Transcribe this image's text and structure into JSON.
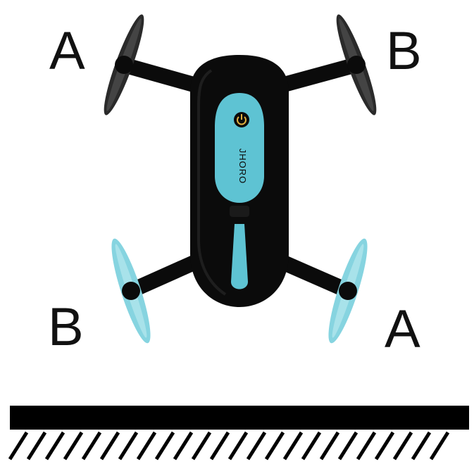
{
  "labels": {
    "top_left": "A",
    "top_right": "B",
    "bottom_left": "B",
    "bottom_right": "A"
  },
  "drone": {
    "brand": "JHORO"
  },
  "colors": {
    "body": "#0b0b0b",
    "accent": "#5ec3d3",
    "rear_propeller": "#86d4e0",
    "front_propeller": "#2a2a2a",
    "ground": "#000000"
  },
  "icons": {
    "power": "power-icon"
  }
}
